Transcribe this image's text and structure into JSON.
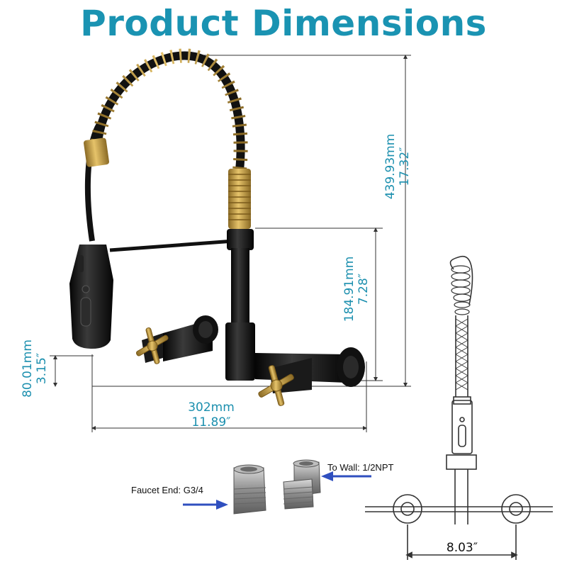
{
  "title": "Product Dimensions",
  "dimensions": {
    "total_height_mm": "439.93mm",
    "total_height_in": "17.32″",
    "spout_height_mm": "184.91mm",
    "spout_height_in": "7.28″",
    "handle_height_mm": "80.01mm",
    "handle_height_in": "3.15″",
    "reach_mm": "302mm",
    "reach_in": "11.89″",
    "center_spacing_in": "8.03″"
  },
  "adapters": {
    "faucet_end_label": "Faucet End: G3/4",
    "to_wall_label": "To Wall: 1/2NPT"
  },
  "colors": {
    "title": "#1a93b2",
    "dimension_text": "#1b8fae",
    "gold": "#c9a24a",
    "black": "#1a1a1a",
    "arrow": "#2f4fbf"
  }
}
